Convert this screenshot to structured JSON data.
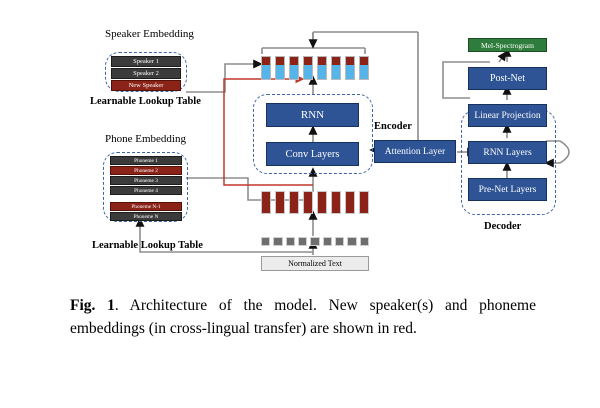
{
  "figure": {
    "labels": {
      "speaker_embedding": "Speaker Embedding",
      "phone_embedding": "Phone Embedding",
      "learnable_lookup_table_top": "Learnable Lookup Table",
      "learnable_lookup_table_bottom": "Learnable Lookup Table",
      "encoder": "Encoder",
      "decoder": "Decoder"
    },
    "speaker_table": {
      "rows": [
        {
          "label": "Speaker 1",
          "style": "gray"
        },
        {
          "label": "Speaker 2",
          "style": "gray"
        },
        {
          "label": "New Speaker",
          "style": "red"
        }
      ]
    },
    "phone_table": {
      "rows": [
        {
          "label": "Phoneme 1",
          "style": "gray"
        },
        {
          "label": "Phoneme 2",
          "style": "red"
        },
        {
          "label": "Phoneme 3",
          "style": "gray"
        },
        {
          "label": "Phoneme 4",
          "style": "gray"
        },
        {
          "label": "Phoneme N-1",
          "style": "red"
        },
        {
          "label": "Phoneme N",
          "style": "gray"
        }
      ]
    },
    "encoder_blocks": {
      "rnn": "RNN",
      "conv_layers": "Conv Layers"
    },
    "attention": "Attention Layer",
    "decoder_blocks": {
      "linear_projection": "Linear Projection",
      "rnn_layers": "RNN Layers",
      "prenet_layers": "Pre-Net Layers"
    },
    "postnet": "Post-Net",
    "mel_spectrogram": "Mel-Spectrogram",
    "normalized_text": "Normalized Text",
    "embedding_bars": {
      "concat_count": 8,
      "phone_bar_count": 8,
      "char_token_count": 9
    },
    "colors": {
      "block_blue": "#2e5496",
      "mel_green": "#2f7d3c",
      "row_gray": "#3b3b3b",
      "row_red": "#8b2318",
      "bar_blue": "#56b4e8",
      "bar_red": "#8b2318",
      "token_gray": "#6e6e6e",
      "dashed_border": "#3f64a8",
      "highlight_red": "#c0392b",
      "arrow_gray": "#808080"
    }
  },
  "caption": {
    "figure_number": "Fig. 1",
    "separator": ".",
    "text": "  Architecture of the model.  New speaker(s) and phoneme embeddings (in cross-lingual transfer) are shown in red."
  }
}
